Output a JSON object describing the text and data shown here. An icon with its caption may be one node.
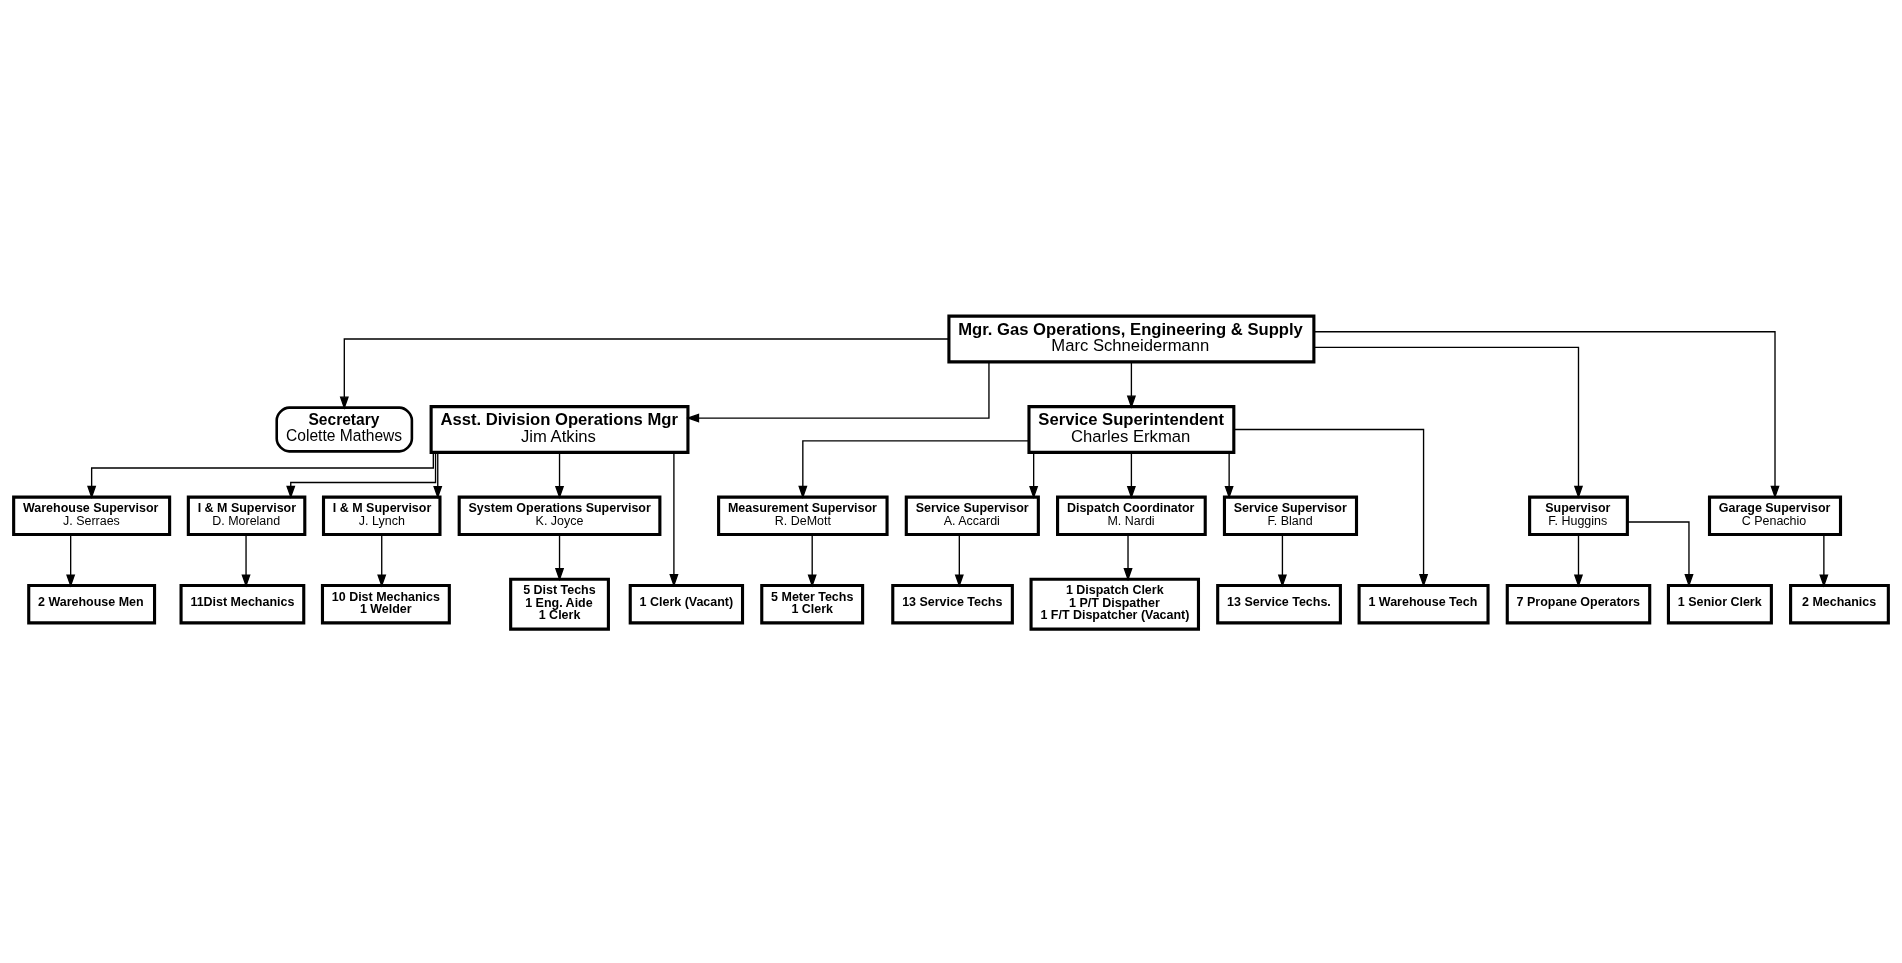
{
  "diagram": {
    "nodes": [
      {
        "text": [
          "Mgr. Gas Operations, Engineering & Supply",
          "Marc Schneidermann"
        ]
      },
      {
        "text": [
          "Secretary",
          "Colette Mathews"
        ]
      },
      {
        "text": [
          "Asst. Division Operations Mgr",
          "Jim Atkins"
        ]
      },
      {
        "text": [
          "Service Superintendent",
          "Charles Erkman"
        ]
      },
      {
        "text": [
          "Supervisor",
          "F. Huggins"
        ]
      },
      {
        "text": [
          "Garage Supervisor",
          "C Penachio"
        ]
      },
      {
        "text": [
          "Warehouse Supervisor",
          "J. Serraes"
        ]
      },
      {
        "text": [
          "I & M Supervisor",
          "D. Moreland"
        ]
      },
      {
        "text": [
          "I & M Supervisor",
          "J. Lynch"
        ]
      },
      {
        "text": [
          "System Operations Supervisor",
          "K. Joyce"
        ]
      },
      {
        "text": [
          "Measurement Supervisor",
          "R. DeMott"
        ]
      },
      {
        "text": [
          "Service Supervisor",
          "A. Accardi"
        ]
      },
      {
        "text": [
          "Dispatch Coordinator",
          "M. Nardi"
        ]
      },
      {
        "text": [
          "Service Supervisor",
          "F. Bland"
        ]
      },
      {
        "text": [
          "7 Propane Operators"
        ]
      },
      {
        "text": [
          "1 Senior Clerk"
        ]
      },
      {
        "text": [
          "2 Mechanics"
        ]
      },
      {
        "text": [
          "1 Clerk (Vacant)"
        ]
      },
      {
        "text": [
          "2 Warehouse Men"
        ]
      },
      {
        "text": [
          "11Dist Mechanics"
        ]
      },
      {
        "text": [
          "10 Dist Mechanics",
          "1 Welder"
        ]
      },
      {
        "text": [
          "5 Dist Techs",
          "1 Eng. Aide",
          "1 Clerk"
        ]
      },
      {
        "text": [
          "5 Meter Techs",
          "1 Clerk"
        ]
      },
      {
        "text": [
          "13 Service Techs"
        ]
      },
      {
        "text": [
          "1 Dispatch Clerk",
          "1 P/T Dispather",
          "1 F/T Dispatcher (Vacant)"
        ]
      },
      {
        "text": [
          "13 Service Techs."
        ]
      },
      {
        "text": [
          "1 Warehouse Tech"
        ]
      }
    ],
    "edges": [
      {
        "from": 0,
        "to": 1,
        "arrow": "to"
      },
      {
        "from": 0,
        "to": 4,
        "arrow": "to"
      },
      {
        "from": 0,
        "to": 5,
        "arrow": "to"
      },
      {
        "from": 0,
        "to": 2,
        "arrow": "to"
      },
      {
        "from": 0,
        "to": 3,
        "arrow": "to"
      },
      {
        "from": 2,
        "to": 17,
        "arrow": "to"
      },
      {
        "from": 2,
        "to": 6,
        "arrow": "to"
      },
      {
        "from": 2,
        "to": 7,
        "arrow": "to"
      },
      {
        "from": 2,
        "to": 8,
        "arrow": "to"
      },
      {
        "from": 2,
        "to": 9,
        "arrow": "to"
      },
      {
        "from": 3,
        "to": 10,
        "arrow": "to"
      },
      {
        "from": 3,
        "to": 11,
        "arrow": "to"
      },
      {
        "from": 3,
        "to": 12,
        "arrow": "to"
      },
      {
        "from": 3,
        "to": 13,
        "arrow": "to"
      },
      {
        "from": 3,
        "to": 26,
        "arrow": "to"
      },
      {
        "from": 4,
        "to": 14,
        "arrow": "to"
      },
      {
        "from": 4,
        "to": 15,
        "arrow": "to"
      },
      {
        "from": 5,
        "to": 16,
        "arrow": "to"
      },
      {
        "from": 6,
        "to": 18,
        "arrow": "to"
      },
      {
        "from": 7,
        "to": 19,
        "arrow": "to"
      },
      {
        "from": 8,
        "to": 20,
        "arrow": "to"
      },
      {
        "from": 9,
        "to": 21,
        "arrow": "to"
      },
      {
        "from": 10,
        "to": 22,
        "arrow": "to"
      },
      {
        "from": 11,
        "to": 23,
        "arrow": "to"
      },
      {
        "from": 12,
        "to": 24,
        "arrow": "to"
      },
      {
        "from": 13,
        "to": 25,
        "arrow": "to"
      }
    ]
  }
}
